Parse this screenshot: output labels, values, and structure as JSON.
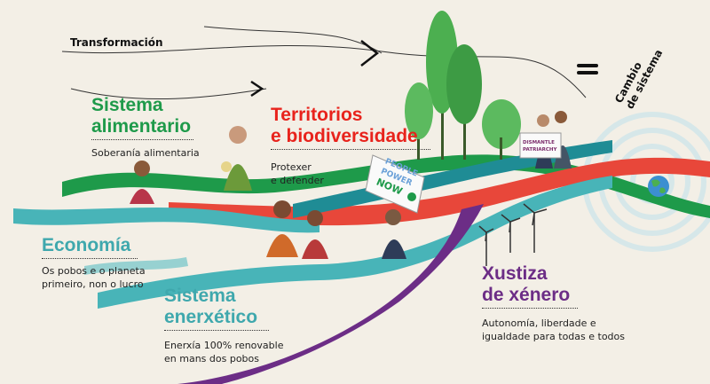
{
  "header": {
    "transformation": "Transformación",
    "system_change_line1": "Cambio",
    "system_change_line2": "de sistema"
  },
  "sections": {
    "food": {
      "title_line1": "Sistema",
      "title_line2": "alimentario",
      "subtitle": "Soberanía alimentaria",
      "color": "#1e9a4a"
    },
    "territories": {
      "title_line1": "Territorios",
      "title_line2": "e biodiversidade",
      "subtitle_line1": "Protexer",
      "subtitle_line2": "e defender",
      "color": "#e8231c"
    },
    "economy": {
      "title": "Economía",
      "subtitle_line1": "Os pobos e o planeta",
      "subtitle_line2": "primeiro, non o lucro",
      "color": "#3fa8ad"
    },
    "energy": {
      "title_line1": "Sistema",
      "title_line2": "enerxético",
      "subtitle_line1": "Enerxía 100% renovable",
      "subtitle_line2": "en mans dos pobos",
      "color": "#3fa8ad"
    },
    "gender": {
      "title_line1": "Xustiza",
      "title_line2": "de xénero",
      "subtitle_line1": "Autonomía, liberdade e",
      "subtitle_line2": "igualdade para todas e todos",
      "color": "#6c2d86"
    }
  },
  "signs": {
    "protest_sign": [
      "PEOPLE",
      "POWER",
      "NOW"
    ],
    "banner_sign": [
      "DISMANTLE",
      "PATRIARCHY"
    ]
  },
  "ribbon_colors": {
    "green": "#1e9a4a",
    "red": "#e8473a",
    "teal": "#48b4b8",
    "dark_teal": "#1f8c95",
    "purple": "#6c2d86",
    "tree_green": "#4caf50"
  }
}
